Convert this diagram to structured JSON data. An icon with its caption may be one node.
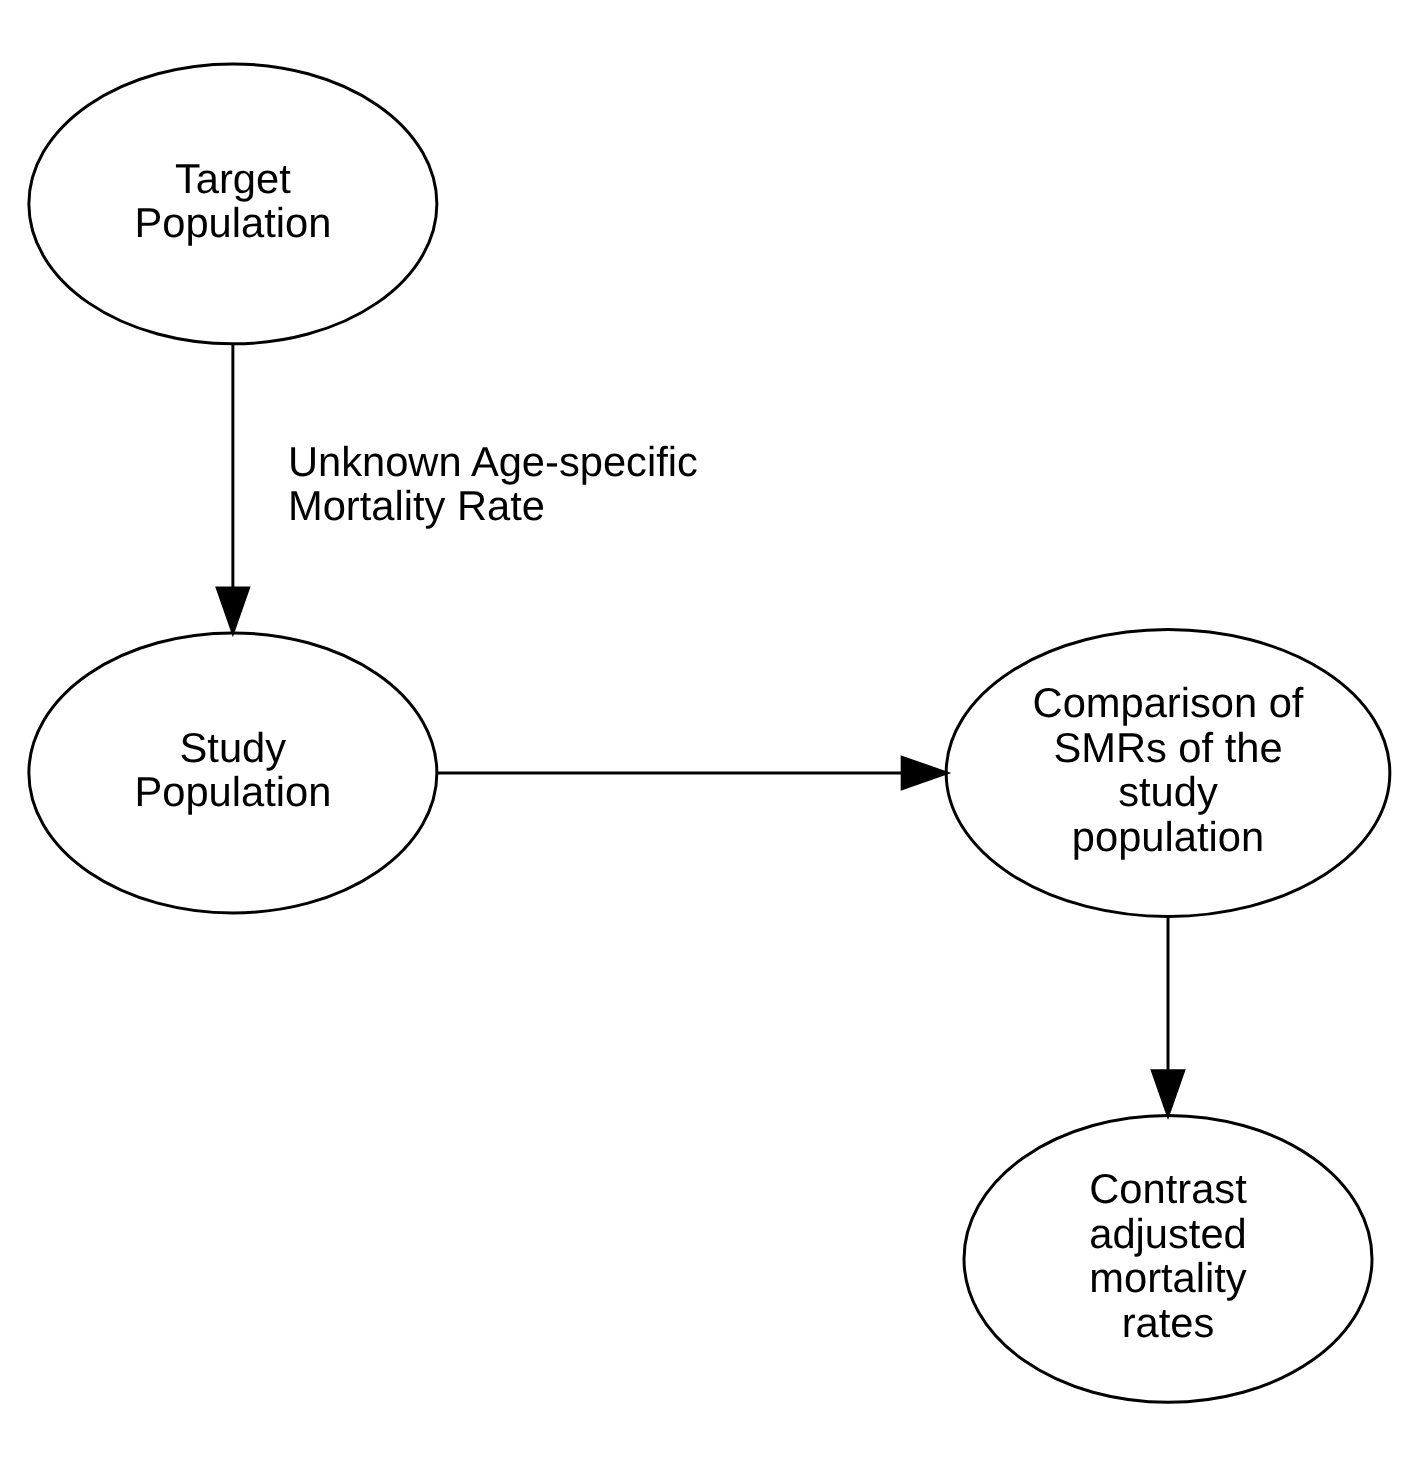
{
  "diagram": {
    "nodes": [
      {
        "text": [
          "Target Population"
        ]
      },
      {
        "text": [
          "Study Population"
        ]
      },
      {
        "text": [
          "Comparison of SMRs of the study population"
        ]
      },
      {
        "text": [
          "Contrast adjusted mortality rates"
        ]
      }
    ],
    "edges": [
      {
        "from": 0,
        "to": 1,
        "arrow": "to",
        "label": "Unknown Age-specific Mortality Rate"
      },
      {
        "from": 1,
        "to": 2,
        "arrow": "to"
      },
      {
        "from": 2,
        "to": 3,
        "arrow": "to"
      }
    ]
  }
}
